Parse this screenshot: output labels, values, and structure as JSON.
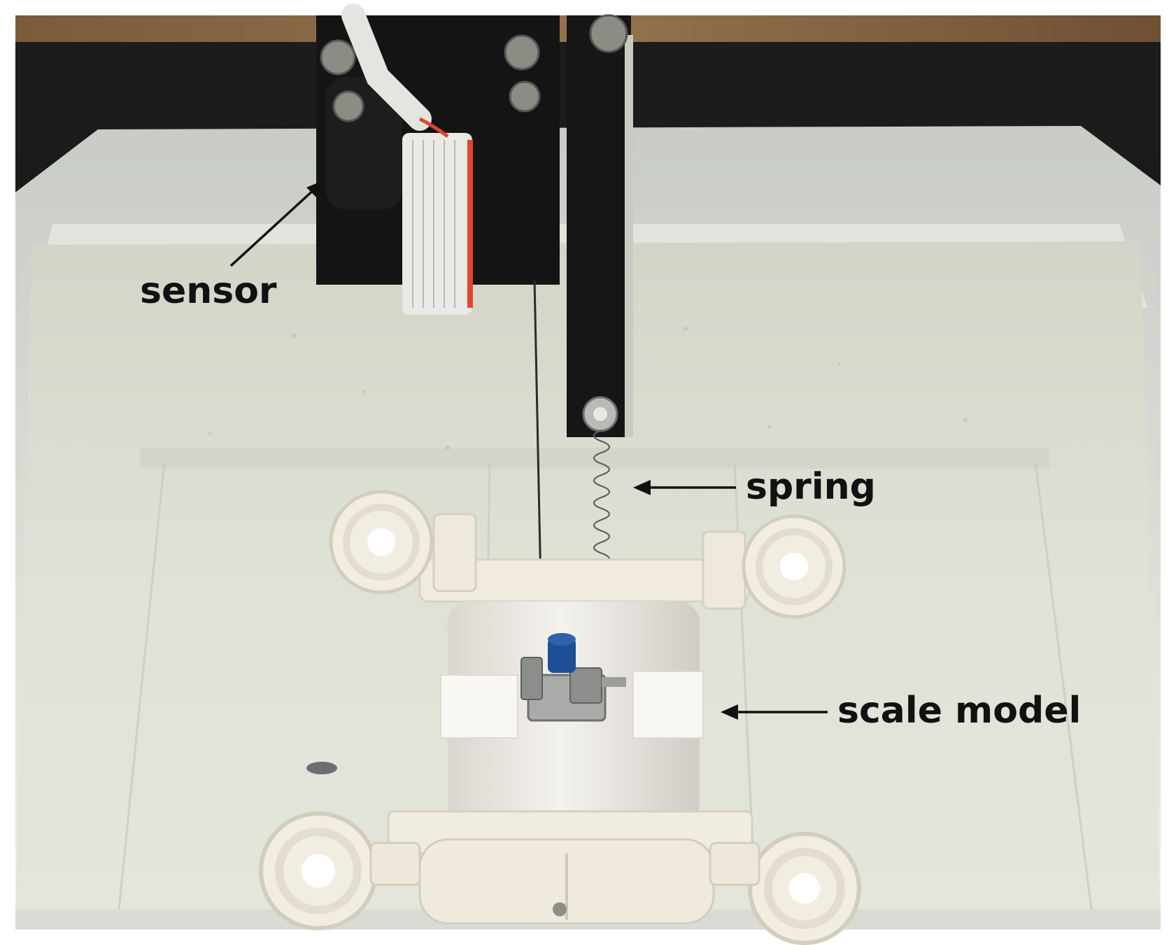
{
  "annotations": {
    "sensor": "sensor",
    "spring": "spring",
    "scale_model": "scale model"
  },
  "colors": {
    "water": "#dcdfd2",
    "tank_rim": "#e6e8e1",
    "mount_black": "#151515",
    "model_white": "#f1ece0",
    "cable_red": "#e0452f",
    "knob_blue": "#1e4f96",
    "wood": "#8a6a4a"
  }
}
